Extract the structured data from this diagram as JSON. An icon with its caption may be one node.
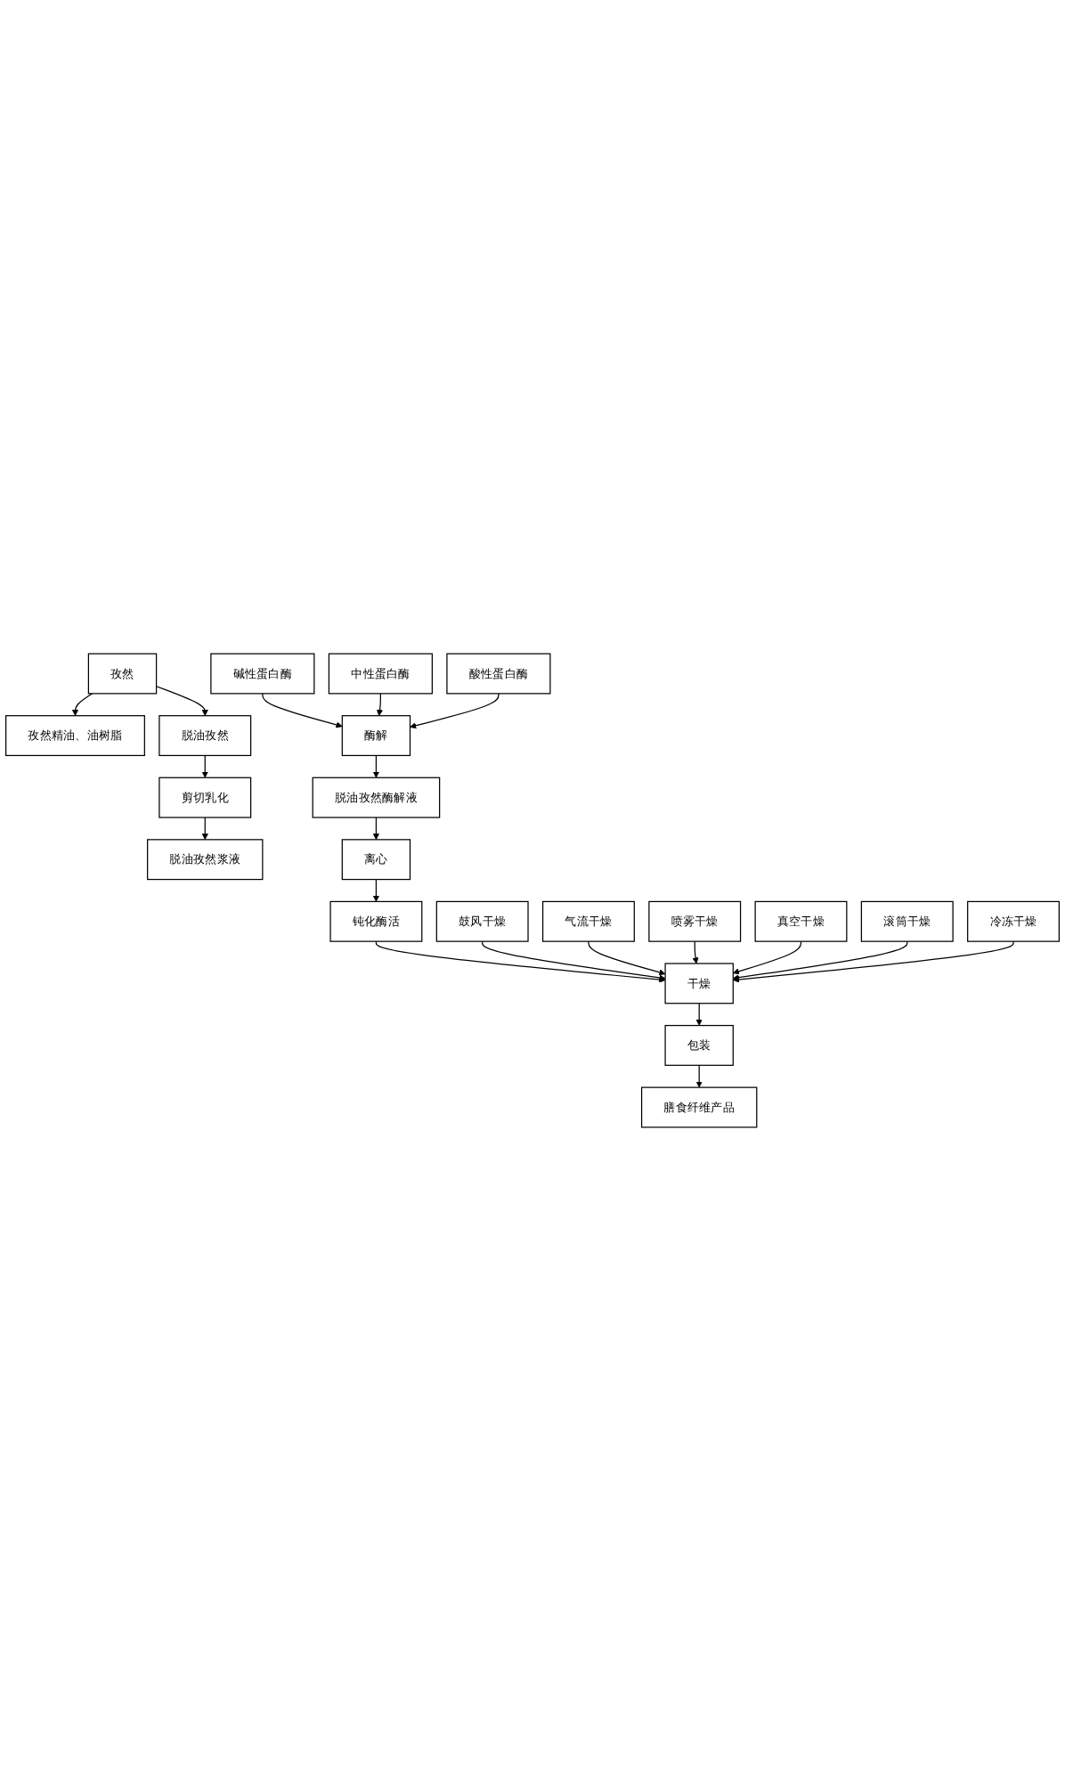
{
  "diagram": {
    "nodes": [
      {
        "text": [
          "孜然"
        ]
      },
      {
        "text": [
          "孜然精油、油树脂"
        ]
      },
      {
        "text": [
          "脱油孜然"
        ]
      },
      {
        "text": [
          "剪切乳化"
        ]
      },
      {
        "text": [
          "脱油孜然浆液"
        ]
      },
      {
        "text": [
          "碱性蛋白酶"
        ]
      },
      {
        "text": [
          "中性蛋白酶"
        ]
      },
      {
        "text": [
          "酸性蛋白酶"
        ]
      },
      {
        "text": [
          "酶解"
        ]
      },
      {
        "text": [
          "脱油孜然酶解液"
        ]
      },
      {
        "text": [
          "离心"
        ]
      },
      {
        "text": [
          "钝化酶活"
        ]
      },
      {
        "text": [
          "干燥"
        ]
      },
      {
        "text": [
          "鼓风干燥"
        ]
      },
      {
        "text": [
          "气流干燥"
        ]
      },
      {
        "text": [
          "喷雾干燥"
        ]
      },
      {
        "text": [
          "真空干燥"
        ]
      },
      {
        "text": [
          "滚筒干燥"
        ]
      },
      {
        "text": [
          "冷冻干燥"
        ]
      },
      {
        "text": [
          "包装"
        ]
      },
      {
        "text": [
          "膳食纤维产品"
        ]
      }
    ],
    "edges": [
      {
        "from": 0,
        "to": 2,
        "arrow": "to"
      },
      {
        "from": 0,
        "to": 1,
        "arrow": "to"
      },
      {
        "from": 2,
        "to": 3,
        "arrow": "to"
      },
      {
        "from": 3,
        "to": 4,
        "arrow": "to"
      },
      {
        "from": 5,
        "to": 8,
        "arrow": "to"
      },
      {
        "from": 6,
        "to": 8,
        "arrow": "to"
      },
      {
        "from": 7,
        "to": 8,
        "arrow": "to"
      },
      {
        "from": 8,
        "to": 9,
        "arrow": "to"
      },
      {
        "from": 9,
        "to": 10,
        "arrow": "to"
      },
      {
        "from": 10,
        "to": 11,
        "arrow": "to"
      },
      {
        "from": 11,
        "to": 12,
        "arrow": "to"
      },
      {
        "from": 13,
        "to": 12,
        "arrow": "to"
      },
      {
        "from": 14,
        "to": 12,
        "arrow": "to"
      },
      {
        "from": 15,
        "to": 12,
        "arrow": "to"
      },
      {
        "from": 16,
        "to": 12,
        "arrow": "to"
      },
      {
        "from": 17,
        "to": 12,
        "arrow": "to"
      },
      {
        "from": 18,
        "to": 12,
        "arrow": "to"
      },
      {
        "from": 12,
        "to": 19,
        "arrow": "to"
      },
      {
        "from": 19,
        "to": 20,
        "arrow": "to"
      }
    ]
  }
}
